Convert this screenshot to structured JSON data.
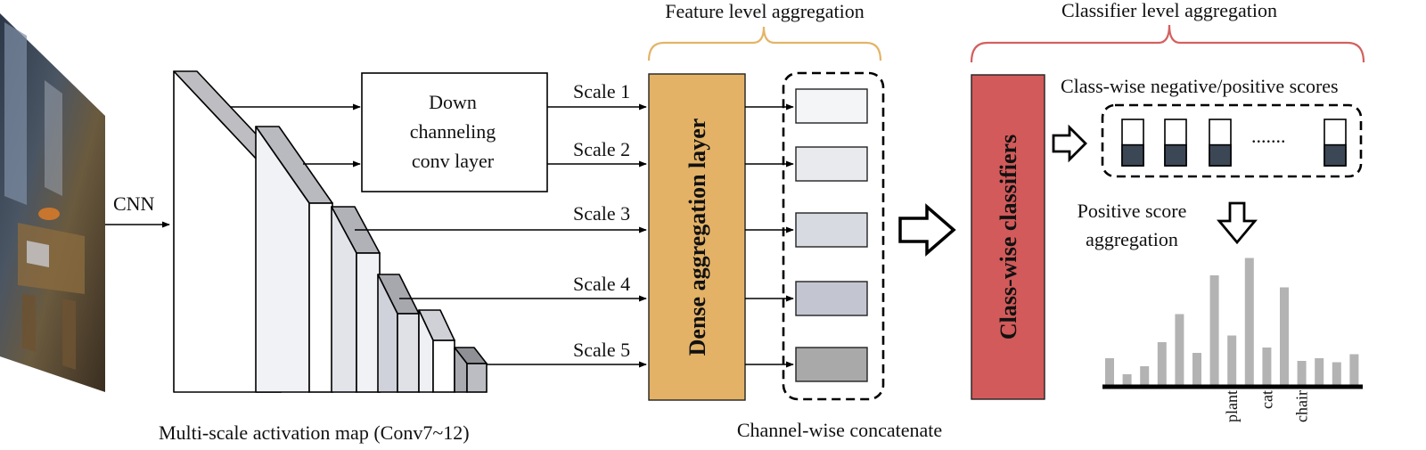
{
  "labels": {
    "cnn": "CNN",
    "multi_scale": "Multi-scale activation map (Conv7~12)",
    "down_line1": "Down",
    "down_line2": "channeling",
    "down_line3": "conv layer",
    "feature_level": "Feature level aggregation",
    "dense_layer": "Dense aggregation layer",
    "channel_concat": "Channel-wise concatenate",
    "classifier_level": "Classifier level aggregation",
    "class_wise_classifiers": "Class-wise classifiers",
    "class_scores": "Class-wise negative/positive scores",
    "dots": ".......",
    "positive_line1": "Positive score",
    "positive_line2": "aggregation"
  },
  "scales": [
    "Scale 1",
    "Scale 2",
    "Scale 3",
    "Scale 4",
    "Scale 5"
  ],
  "colors": {
    "dense_fill": "#e3b267",
    "classifier_fill": "#d25a5a",
    "bracket_feature": "#e4b466",
    "bracket_classifier": "#d46060",
    "bar_gray": "#b3b3b3",
    "score_dark": "#3c4756"
  },
  "histogram": {
    "values": [
      0.2,
      0.08,
      0.14,
      0.32,
      0.53,
      0.24,
      0.82,
      0.37,
      0.95,
      0.28,
      0.73,
      0.18,
      0.2,
      0.17,
      0.23
    ],
    "labels": {
      "7": "plant",
      "9": "cat",
      "11": "chair"
    }
  },
  "score_levels": [
    0.4,
    0.4,
    0.4,
    0.4
  ]
}
